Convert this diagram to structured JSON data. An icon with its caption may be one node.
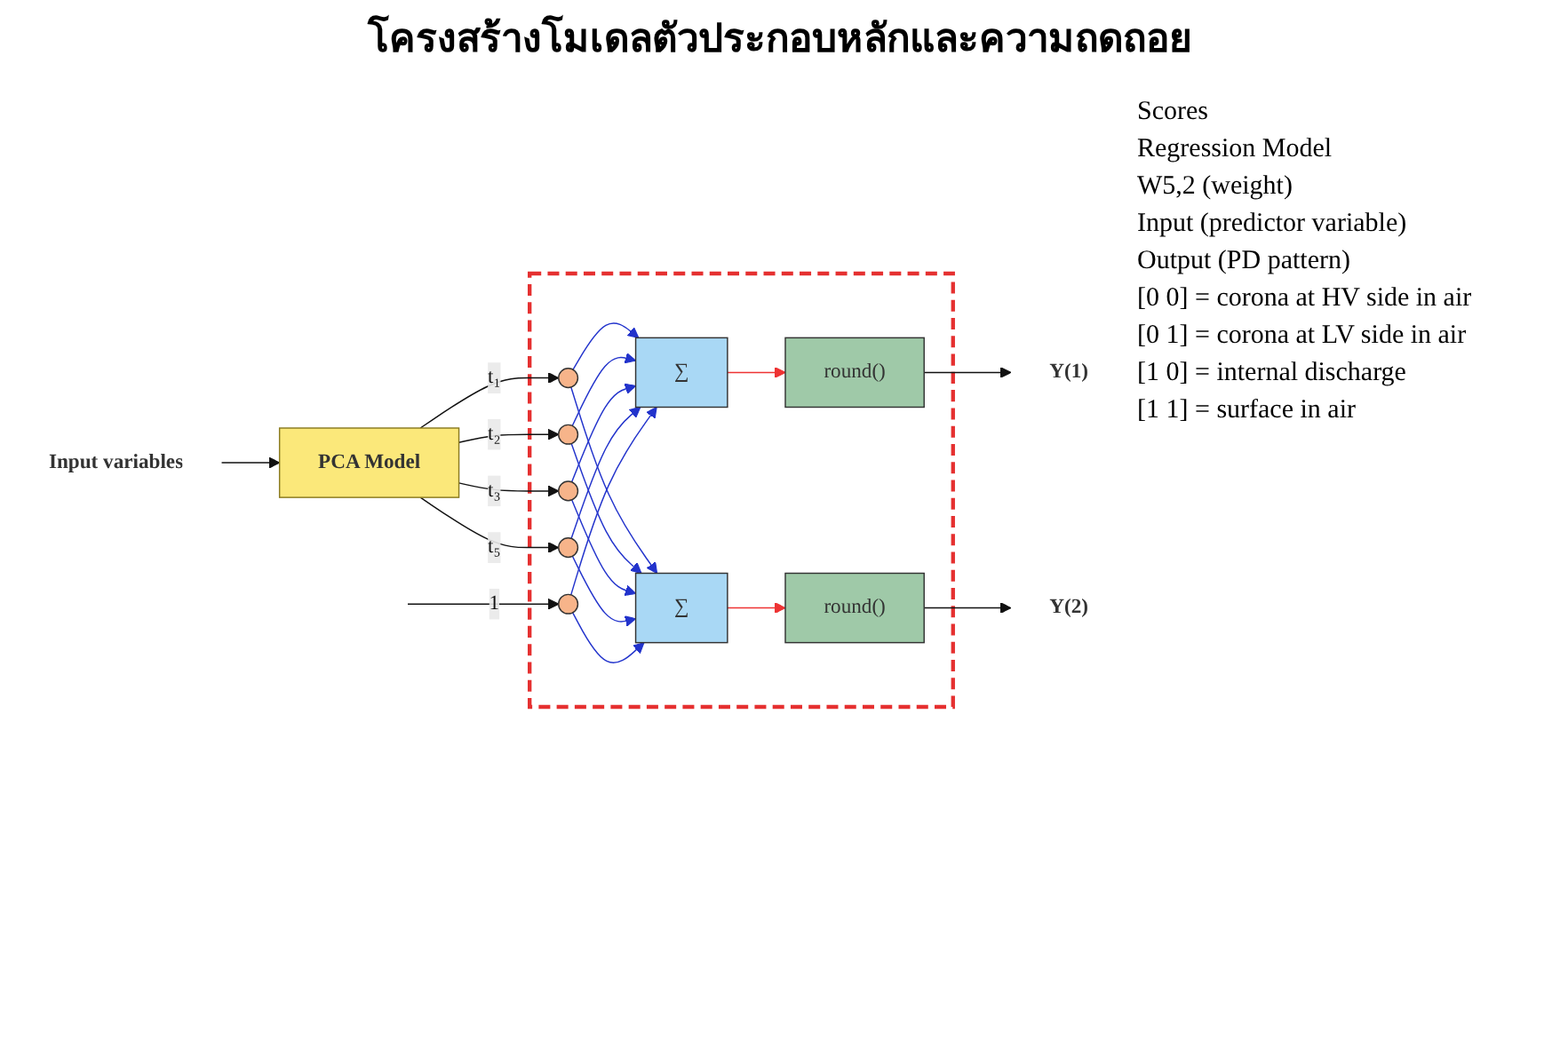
{
  "diagram": {
    "title": "โครงสร้างโมเดลตัวประกอบหลักและความถดถอย",
    "nodes": [
      {
        "text": [
          "Input variables"
        ]
      },
      {
        "text": [
          "PCA Model"
        ]
      },
      {
        "text": [],
        "shape": "box"
      },
      {
        "text": [],
        "shape": "circle",
        "in": 2
      },
      {
        "text": [],
        "shape": "circle",
        "in": 2
      },
      {
        "text": [],
        "shape": "circle",
        "in": 2
      },
      {
        "text": [],
        "shape": "circle",
        "in": 2
      },
      {
        "text": [],
        "shape": "circle",
        "in": 2
      },
      {
        "text": [
          "∑"
        ],
        "in": 2
      },
      {
        "text": [
          "∑"
        ],
        "in": 2
      },
      {
        "text": [
          "round()"
        ],
        "in": 2
      },
      {
        "text": [
          "round()"
        ],
        "in": 2
      },
      {
        "text": [
          "Y(1)"
        ]
      },
      {
        "text": [
          "Y(2)"
        ]
      }
    ],
    "edges": [
      {
        "from": 0,
        "to": 1,
        "arrow": "to",
        "color": "#111111"
      },
      {
        "from": 1,
        "to": 3,
        "arrow": "to",
        "label": "t₁",
        "color": "#111111"
      },
      {
        "from": 1,
        "to": 4,
        "arrow": "to",
        "label": "t₂",
        "color": "#111111"
      },
      {
        "from": 1,
        "to": 5,
        "arrow": "to",
        "label": "t₃",
        "color": "#111111"
      },
      {
        "from": 1,
        "to": 6,
        "arrow": "to",
        "label": "t₅",
        "color": "#111111"
      },
      {
        "from": null,
        "to": 7,
        "arrow": "to",
        "label": "1",
        "color": "#111111"
      },
      {
        "from": 3,
        "to": 8,
        "arrow": "to",
        "color": "#2233cc"
      },
      {
        "from": 3,
        "to": 9,
        "arrow": "to",
        "color": "#2233cc"
      },
      {
        "from": 4,
        "to": 8,
        "arrow": "to",
        "color": "#2233cc"
      },
      {
        "from": 4,
        "to": 9,
        "arrow": "to",
        "color": "#2233cc"
      },
      {
        "from": 5,
        "to": 8,
        "arrow": "to",
        "color": "#2233cc"
      },
      {
        "from": 5,
        "to": 9,
        "arrow": "to",
        "color": "#2233cc"
      },
      {
        "from": 6,
        "to": 8,
        "arrow": "to",
        "color": "#2233cc"
      },
      {
        "from": 6,
        "to": 9,
        "arrow": "to",
        "color": "#2233cc"
      },
      {
        "from": 7,
        "to": 8,
        "arrow": "to",
        "color": "#2233cc"
      },
      {
        "from": 7,
        "to": 9,
        "arrow": "to",
        "color": "#2233cc"
      },
      {
        "from": 8,
        "to": 10,
        "arrow": "to",
        "color": "#ee3333"
      },
      {
        "from": 9,
        "to": 11,
        "arrow": "to",
        "color": "#ee3333"
      },
      {
        "from": 10,
        "to": 12,
        "arrow": "to",
        "color": "#111111"
      },
      {
        "from": 11,
        "to": 13,
        "arrow": "to",
        "color": "#111111"
      }
    ],
    "labels": [
      "Scores",
      "Regression Model",
      "W5,2 (weight)",
      "Input (predictor variable)",
      "Output (PD pattern)",
      "[0 0] = corona at HV side in air",
      "[0 1] = corona at LV side in air",
      "[1 0] = internal discharge",
      "[1 1] = surface in air"
    ]
  }
}
